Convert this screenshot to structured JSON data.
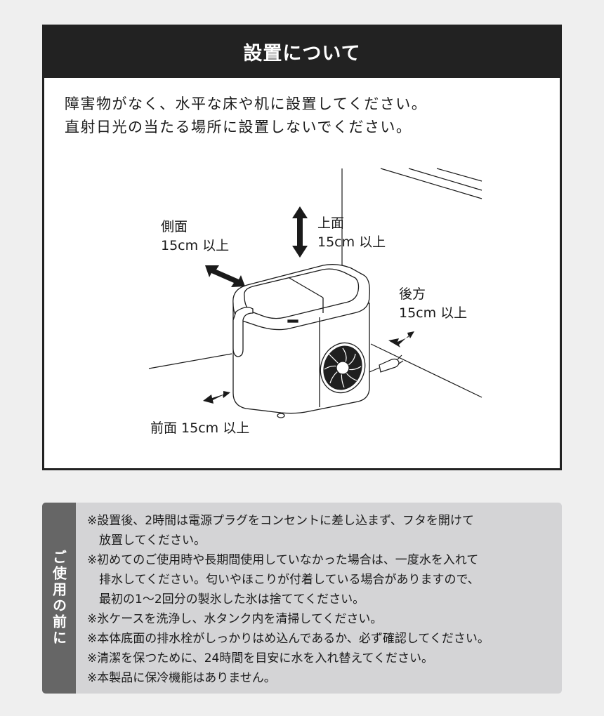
{
  "header": {
    "title": "設置について"
  },
  "intro": {
    "lines": [
      "障害物がなく、水平な床や机に設置してください。",
      "直射日光の当たる場所に設置しないでください。"
    ]
  },
  "diagram": {
    "labels": {
      "side": {
        "title": "側面",
        "value": "15cm 以上"
      },
      "top": {
        "title": "上面",
        "value": "15cm 以上"
      },
      "back": {
        "title": "後方",
        "value": "15cm 以上"
      },
      "front": {
        "text": "前面 15cm 以上"
      }
    }
  },
  "notes": {
    "tab_label": "ご使用の前に",
    "items": [
      {
        "line1": "※設置後、2時間は電源プラグをコンセントに差し込まず、フタを開けて",
        "line2": "放置してください。"
      },
      {
        "line1": "※初めてのご使用時や長期間使用していなかった場合は、一度水を入れて",
        "line2": "排水してください。匂いやほこりが付着している場合がありますので、",
        "line3": "最初の1～2回分の製氷した氷は捨ててください。"
      },
      {
        "line1": "※氷ケースを洗浄し、水タンク内を清掃してください。"
      },
      {
        "line1": "※本体底面の排水栓がしっかりはめ込んであるか、必ず確認してください。"
      },
      {
        "line1": "※清潔を保つために、24時間を目安に水を入れ替えてください。"
      },
      {
        "line1": "※本製品に保冷機能はありません。"
      }
    ]
  },
  "colors": {
    "page_bg": "#efefef",
    "header_bg": "#222222",
    "notes_bg": "#d4d4d6",
    "notes_tab_bg": "#666666"
  }
}
